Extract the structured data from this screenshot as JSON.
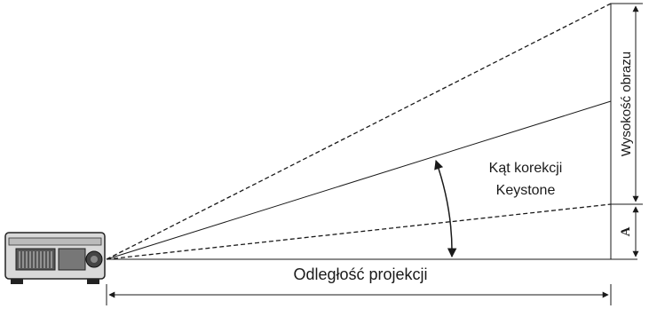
{
  "labels": {
    "image_height": "Wysokość obrazu",
    "keystone_line1": "Kąt korekcji",
    "keystone_line2": "Keystone",
    "offset": "A",
    "projection_distance": "Odległość projekcji"
  },
  "icons": {
    "projector": "projector-icon"
  },
  "colors": {
    "line": "#1a1a1a",
    "projector_body": "#d9d9d9",
    "projector_dark": "#333333"
  }
}
